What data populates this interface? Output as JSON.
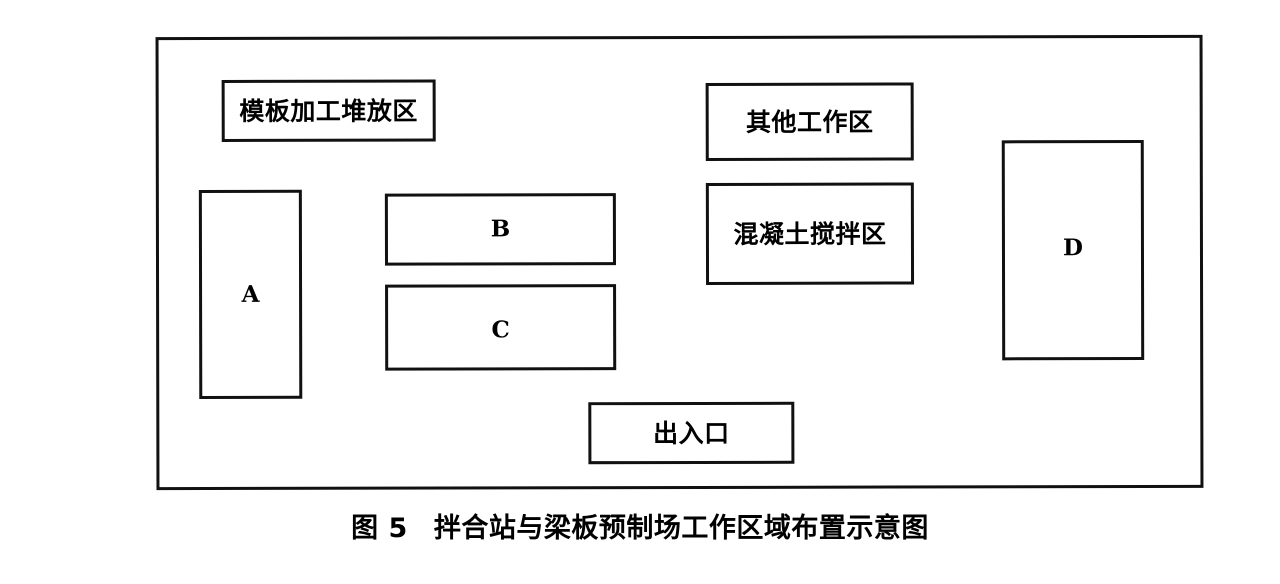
{
  "figure": {
    "caption_number": "图 5",
    "caption_title": "拌合站与梁板预制场工作区域布置示意图",
    "caption_full": "图 5　拌合站与梁板预制场工作区域布置示意图"
  },
  "diagram": {
    "type": "site-layout-plan",
    "frame_label": "site-boundary",
    "line_color": "#111111",
    "background_color": "#ffffff",
    "zones": [
      {
        "id": "formwork",
        "label": "模板加工堆放区",
        "script": "cjk"
      },
      {
        "id": "a",
        "label": "A",
        "script": "latin"
      },
      {
        "id": "b",
        "label": "B",
        "script": "latin"
      },
      {
        "id": "c",
        "label": "C",
        "script": "latin"
      },
      {
        "id": "entrance",
        "label": "出入口",
        "script": "cjk"
      },
      {
        "id": "other_work",
        "label": "其他工作区",
        "script": "cjk"
      },
      {
        "id": "concrete_mix",
        "label": "混凝土搅拌区",
        "script": "cjk"
      },
      {
        "id": "d",
        "label": "D",
        "script": "latin"
      }
    ]
  }
}
